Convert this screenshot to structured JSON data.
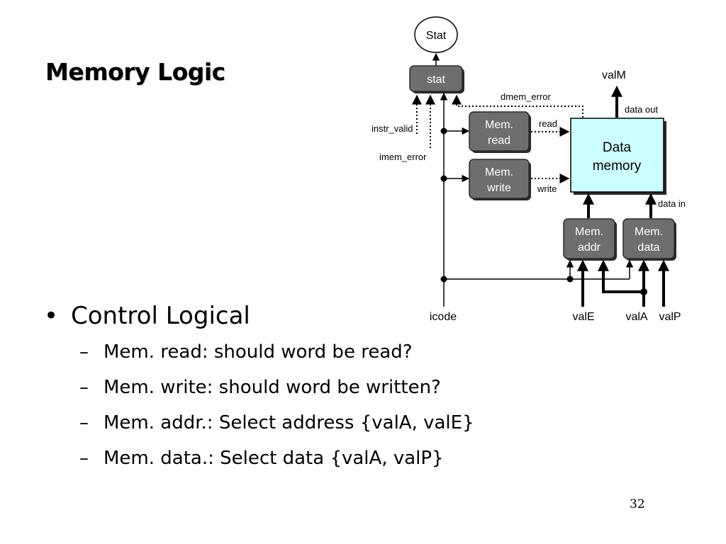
{
  "slide": {
    "title": "Memory Logic",
    "page_number": "32"
  },
  "bullets": {
    "main": "Control Logical",
    "sub": [
      "Mem. read: should word be read?",
      "Mem. write: should word be written?",
      "Mem. addr.: Select address {valA, valE}",
      "Mem. data.: Select data {valA, valP}"
    ],
    "bullet_char": "•",
    "dash_char": "–"
  },
  "diagram": {
    "stat_oval": "Stat",
    "stat_block": "stat",
    "mem_read_block": [
      "Mem.",
      "read"
    ],
    "mem_write_block": [
      "Mem.",
      "write"
    ],
    "data_memory_block": [
      "Data",
      "memory"
    ],
    "mem_addr_block": [
      "Mem.",
      "addr"
    ],
    "mem_data_block": [
      "Mem.",
      "data"
    ],
    "signals": {
      "valM": "valM",
      "data_out": "data out",
      "data_in": "data in",
      "dmem_error": "dmem_error",
      "instr_valid": "instr_valid",
      "imem_error": "imem_error",
      "read": "read",
      "write": "write"
    },
    "inputs": {
      "icode": "icode",
      "valE": "valE",
      "valA": "valA",
      "valP": "valP"
    },
    "colors": {
      "block_fill": "#6e6e6e",
      "data_memory_fill": "#ccffff"
    }
  }
}
